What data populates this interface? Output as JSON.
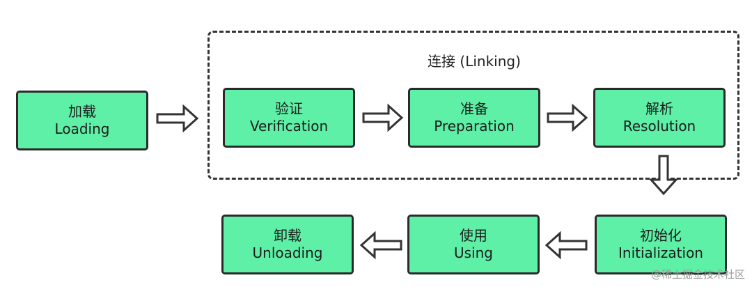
{
  "group": {
    "title": "连接 (Linking)"
  },
  "stages": {
    "loading": {
      "zh": "加载",
      "en": "Loading"
    },
    "verification": {
      "zh": "验证",
      "en": "Verification"
    },
    "preparation": {
      "zh": "准备",
      "en": "Preparation"
    },
    "resolution": {
      "zh": "解析",
      "en": "Resolution"
    },
    "initialization": {
      "zh": "初始化",
      "en": "Initialization"
    },
    "using": {
      "zh": "使用",
      "en": "Using"
    },
    "unloading": {
      "zh": "卸载",
      "en": "Unloading"
    }
  },
  "colors": {
    "stage_fill": "#5ef0a6",
    "stage_border": "#2a2a2a",
    "arrow_fill": "#ffffff",
    "arrow_stroke": "#333333"
  },
  "watermark": "@稀土掘金技术社区"
}
